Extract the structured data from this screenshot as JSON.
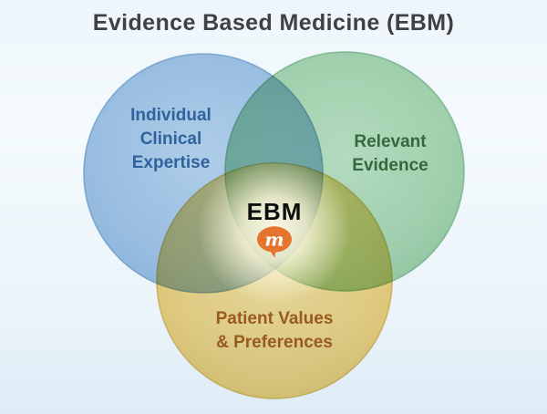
{
  "title": "Evidence Based Medicine (EBM)",
  "venn": {
    "circles": [
      {
        "name": "individual-clinical-expertise",
        "label": "Individual\nClinical\nExpertise",
        "fill": "#a3c4e4",
        "stroke": "#6f9cc9",
        "text_color": "#30629e"
      },
      {
        "name": "relevant-evidence",
        "label": "Relevant\nEvidence",
        "fill": "#a9d5af",
        "stroke": "#76b183",
        "text_color": "#35683c"
      },
      {
        "name": "patient-values-preferences",
        "label": "Patient Values\n& Preferences",
        "fill": "#f2d384",
        "stroke": "#d8b254",
        "text_color": "#995a1e"
      }
    ],
    "overlap_colors": {
      "expertise_evidence": "#6ca8a1",
      "expertise_values": "#a8a77d",
      "evidence_values": "#b9bd6e",
      "center_glow": "#fdf8dc"
    },
    "center_label": "EBM",
    "center_label_color": "#0d0d0d"
  },
  "logo": {
    "letter": "m",
    "color": "#e5752c"
  },
  "background_color": "#eaf3fa"
}
